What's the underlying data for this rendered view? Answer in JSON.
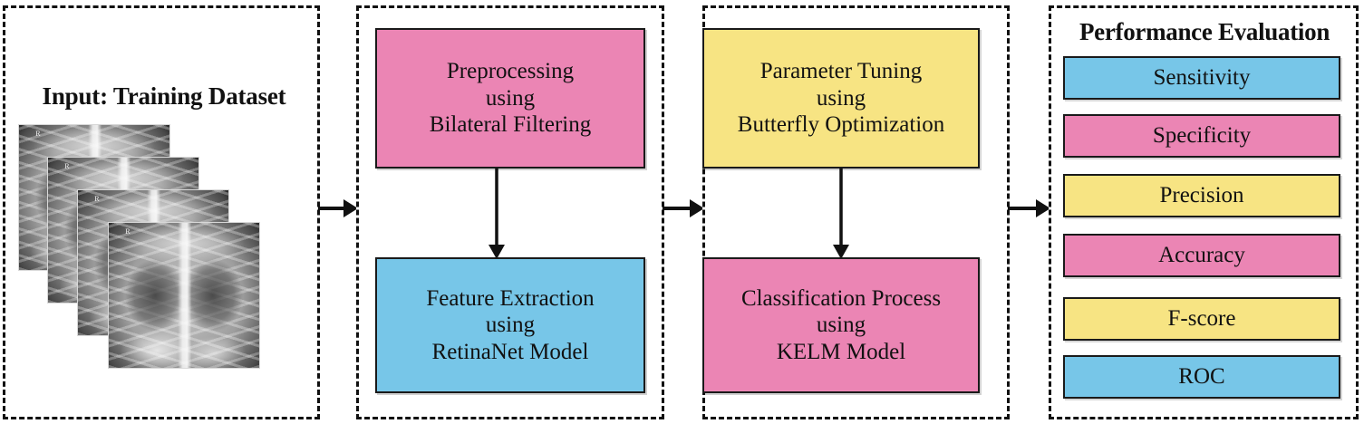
{
  "colors": {
    "pink": "#EB85B4",
    "blue": "#77C6E8",
    "yellow": "#F7E483",
    "outline": "#1A1A1A",
    "panel_border": "#111111",
    "background": "#FFFFFF"
  },
  "input_panel": {
    "title": "Input: Training Dataset",
    "image_count": 4,
    "image_kind": "chest-xray"
  },
  "stage_one": {
    "boxes": [
      {
        "name": "preprocessing",
        "lines": [
          "Preprocessing",
          "using",
          "Bilateral Filtering"
        ],
        "color": "#EB85B4"
      },
      {
        "name": "feature-extraction",
        "lines": [
          "Feature Extraction",
          "using",
          "RetinaNet Model"
        ],
        "color": "#77C6E8"
      }
    ],
    "connector": "down-arrow"
  },
  "stage_two": {
    "boxes": [
      {
        "name": "parameter-tuning",
        "lines": [
          "Parameter Tuning",
          "using",
          "Butterfly Optimization"
        ],
        "color": "#F7E483"
      },
      {
        "name": "classification",
        "lines": [
          "Classification Process",
          "using",
          "KELM Model"
        ],
        "color": "#EB85B4"
      }
    ],
    "connector": "down-arrow"
  },
  "evaluation_panel": {
    "title": "Performance Evaluation",
    "metrics": [
      {
        "label": "Sensitivity",
        "color": "#77C6E8"
      },
      {
        "label": "Specificity",
        "color": "#EB85B4"
      },
      {
        "label": "Precision",
        "color": "#F7E483"
      },
      {
        "label": "Accuracy",
        "color": "#EB85B4"
      },
      {
        "label": "F-score",
        "color": "#F7E483"
      },
      {
        "label": "ROC",
        "color": "#77C6E8"
      }
    ]
  },
  "flow_arrows": [
    {
      "name": "input-to-stage-one",
      "direction": "right"
    },
    {
      "name": "stage-one-to-stage-two",
      "direction": "right"
    },
    {
      "name": "stage-two-to-evaluation",
      "direction": "right"
    }
  ]
}
